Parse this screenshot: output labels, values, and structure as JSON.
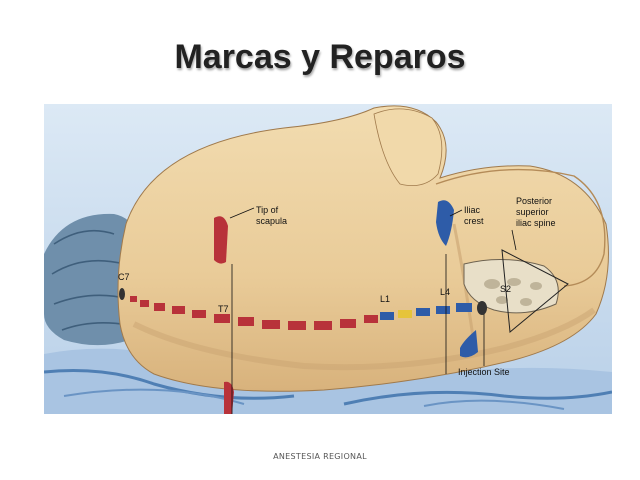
{
  "slide": {
    "title": "Marcas y Reparos",
    "footer": "ANESTESIA REGIONAL"
  },
  "figure": {
    "labels": {
      "tip_of_scapula_line1": "Tip of",
      "tip_of_scapula_line2": "scapula",
      "iliac_crest_line1": "Iliac",
      "iliac_crest_line2": "crest",
      "psis_line1": "Posterior",
      "psis_line2": "superior",
      "psis_line3": "iliac spine",
      "c7": "C7",
      "t7": "T7",
      "l1": "L1",
      "l4": "L4",
      "s2": "S2",
      "injection_site": "Injection Site"
    },
    "colors": {
      "background": "#d8e8f4",
      "skin": "#ecd3a4",
      "skin_shadow": "#c9a472",
      "vertebra_red": "#b8323a",
      "vertebra_blue": "#2e5ca8",
      "vertebra_yellow": "#e6c43a",
      "hair": "#5d7f9e",
      "sheet": "#4f7fb4"
    }
  }
}
